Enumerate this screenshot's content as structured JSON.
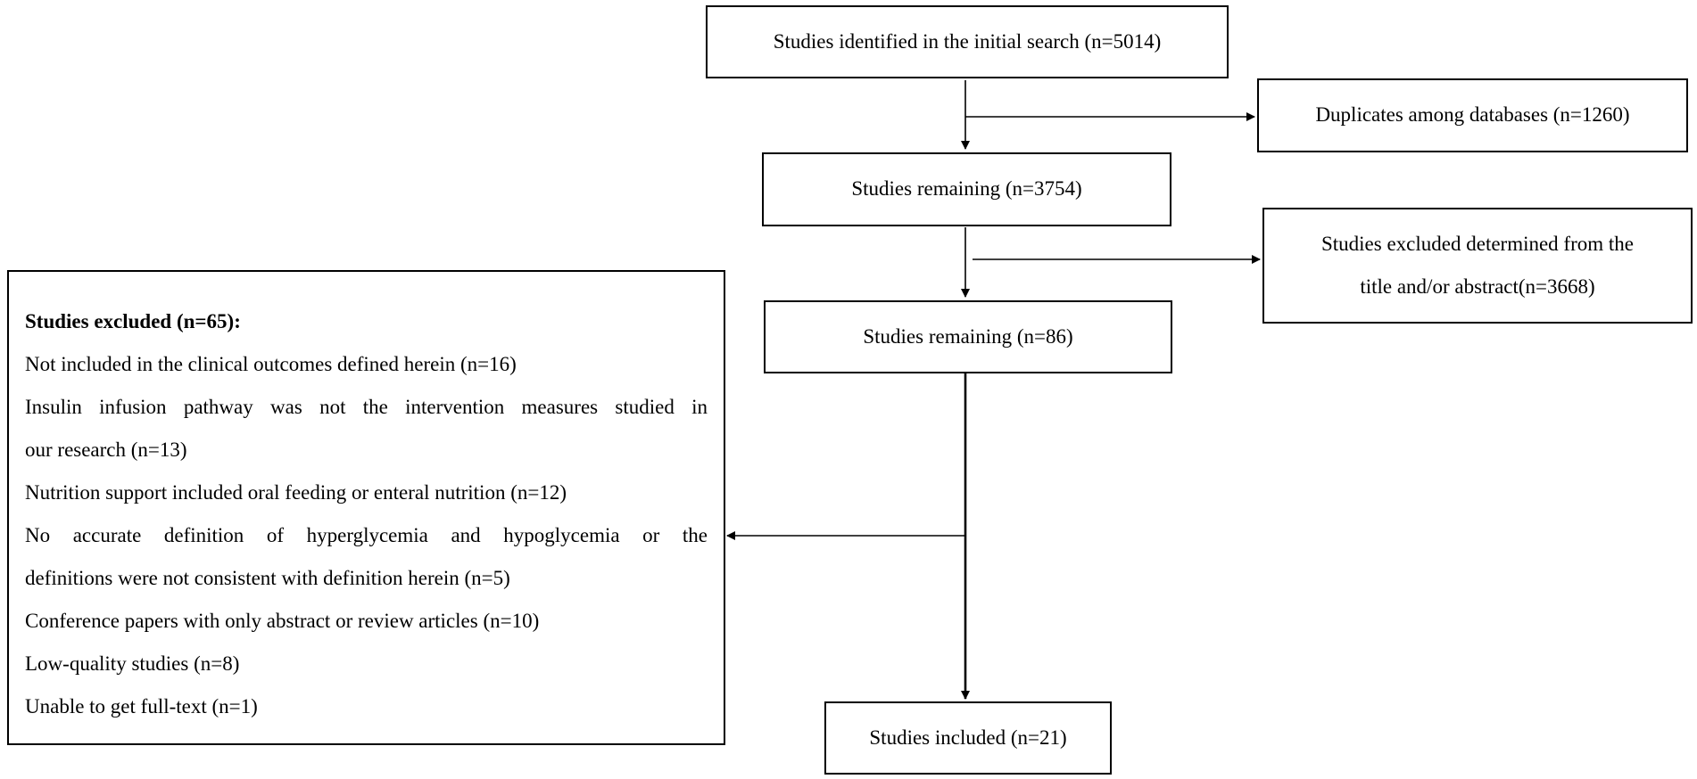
{
  "flowchart": {
    "identified": "Studies identified in the initial search (n=5014)",
    "duplicates": "Duplicates among databases (n=1260)",
    "remaining_1": "Studies remaining (n=3754)",
    "excluded_title": {
      "line1": "Studies excluded determined from the",
      "line2": "title and/or abstract(n=3668)"
    },
    "remaining_2": "Studies remaining (n=86)",
    "included": "Studies included (n=21)",
    "excluded_fulltext": {
      "heading": "Studies excluded (n=65):",
      "reasons": [
        "Not included in the clinical outcomes defined herein (n=16)",
        "Insulin infusion pathway was not the intervention measures studied in",
        "our research (n=13)",
        "Nutrition support included oral feeding or enteral nutrition (n=12)",
        "No accurate definition of hyperglycemia and hypoglycemia or the",
        "definitions were not consistent with definition herein (n=5)",
        "Conference papers with only abstract or review articles (n=10)",
        "Low-quality studies (n=8)",
        "Unable to get full-text (n=1)"
      ]
    }
  }
}
